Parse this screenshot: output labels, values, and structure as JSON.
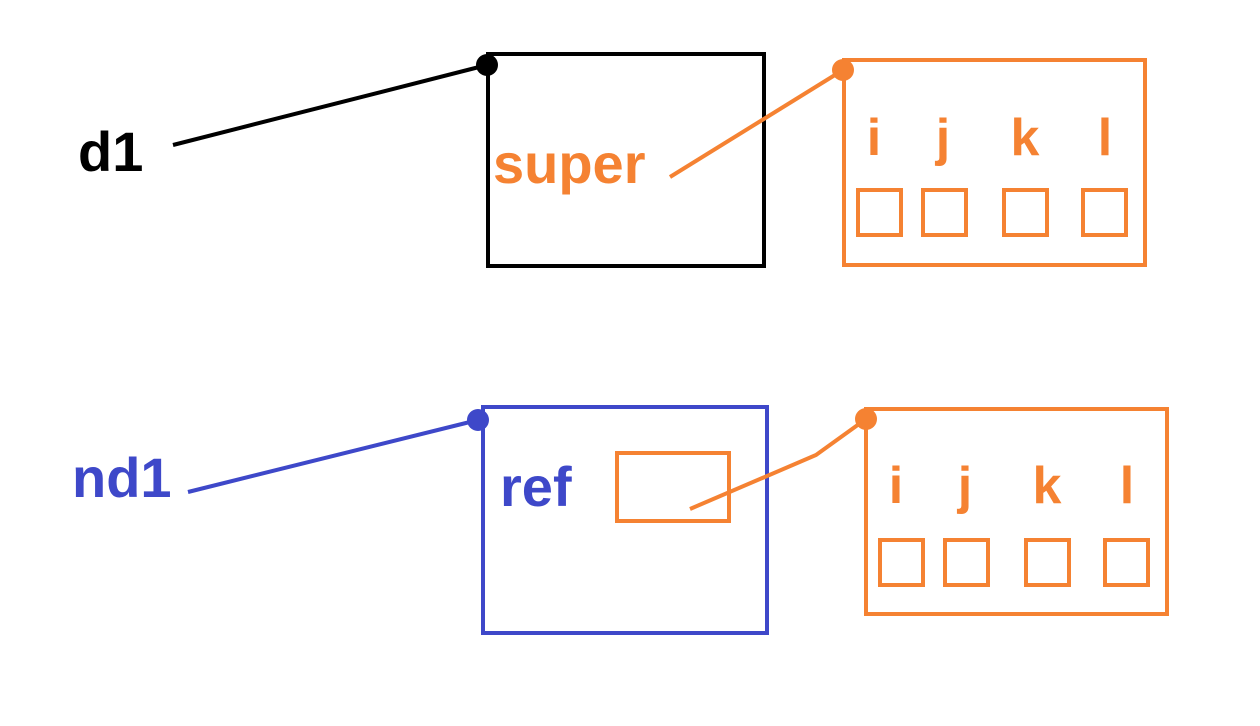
{
  "colors": {
    "black": "#000000",
    "orange": "#f58232",
    "blue": "#3e48c9"
  },
  "diagram_1": {
    "variable_label": "d1",
    "object_field_label": "super",
    "fields": [
      "i",
      "j",
      "k",
      "l"
    ]
  },
  "diagram_2": {
    "variable_label": "nd1",
    "object_field_label": "ref",
    "fields": [
      "i",
      "j",
      "k",
      "l"
    ]
  }
}
